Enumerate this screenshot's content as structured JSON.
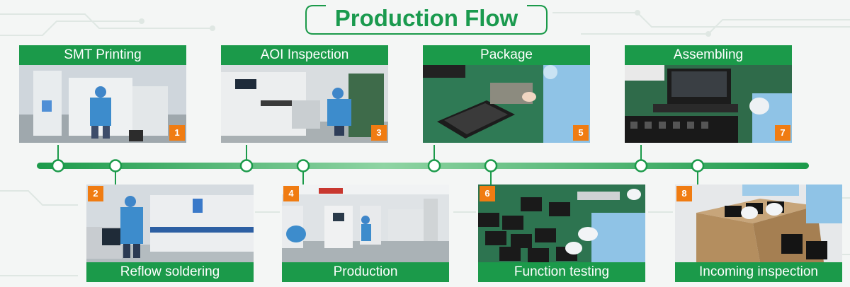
{
  "title": "Production Flow",
  "colors": {
    "brand_green": "#1b9a4a",
    "title_green": "#1a9a4e",
    "number_orange": "#f07c12",
    "timeline_light": "#8fd4a3"
  },
  "steps": [
    {
      "number": "1",
      "label": "SMT Printing"
    },
    {
      "number": "2",
      "label": "Reflow soldering"
    },
    {
      "number": "3",
      "label": "AOI Inspection"
    },
    {
      "number": "4",
      "label": "Production"
    },
    {
      "number": "5",
      "label": "Package"
    },
    {
      "number": "6",
      "label": "Function testing"
    },
    {
      "number": "7",
      "label": "Assembling"
    },
    {
      "number": "8",
      "label": "Incoming inspection"
    }
  ]
}
